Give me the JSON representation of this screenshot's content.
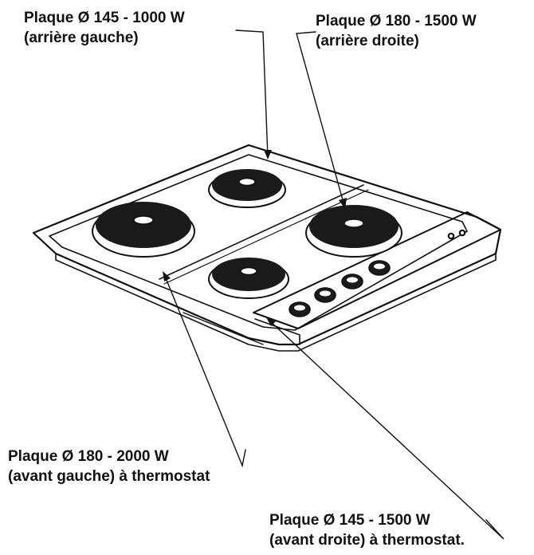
{
  "callouts": {
    "rear_left": {
      "line1": "Plaque Ø 145 - 1000 W",
      "line2": "(arrière gauche)"
    },
    "rear_right": {
      "line1": "Plaque Ø 180 - 1500 W",
      "line2": "(arrière droite)"
    },
    "front_left": {
      "line1": "Plaque Ø 180 - 2000 W",
      "line2": "(avant gauche) à thermostat"
    },
    "front_right": {
      "line1": "Plaque Ø 145 - 1500 W",
      "line2": "(avant droite) à thermostat."
    }
  },
  "colors": {
    "ink": "#111111",
    "paper": "#ffffff",
    "hotplate": "#1a1a1a"
  }
}
